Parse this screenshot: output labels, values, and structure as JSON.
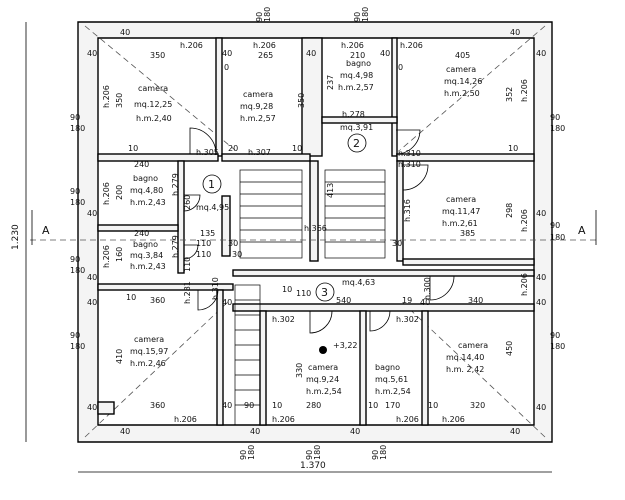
{
  "sheet": {
    "overall_width": "1.370",
    "overall_height": "1.230",
    "section_marker": "A"
  },
  "rooms": [
    {
      "id": "camera_nw",
      "name": "camera",
      "area": "mq.12,25",
      "h": "h.m.2,40"
    },
    {
      "id": "camera_nc",
      "name": "camera",
      "area": "mq.9,28",
      "h": "h.m.2,57"
    },
    {
      "id": "bagno_nc",
      "name": "bagno",
      "area": "mq.4,98",
      "h": "h.m.2,57"
    },
    {
      "id": "camera_ne",
      "name": "camera",
      "area": "mq.14,26",
      "h": "h.m.2,50"
    },
    {
      "id": "bagno_w1",
      "name": "bagno",
      "area": "mq.4,80",
      "h": "h.m.2,43"
    },
    {
      "id": "bagno_w2",
      "name": "bagno",
      "area": "mq.3,84",
      "h": "h.m.2,43"
    },
    {
      "id": "camera_e",
      "name": "camera",
      "area": "mq.11,47",
      "h": "h.m.2,61"
    },
    {
      "id": "camera_sw",
      "name": "camera",
      "area": "mq.15,97",
      "h": "h.m.2,46"
    },
    {
      "id": "camera_sc",
      "name": "camera",
      "area": "mq.9,24",
      "h": "h.m.2,54"
    },
    {
      "id": "bagno_sc",
      "name": "bagno",
      "area": "mq.5,61",
      "h": "h.m.2,54"
    },
    {
      "id": "camera_se",
      "name": "camera",
      "area": "mq.14,40",
      "h": "h.m. 2,42"
    }
  ],
  "corridors": [
    {
      "id": "c1",
      "num": "1",
      "area": "mq.4,95"
    },
    {
      "id": "c2",
      "num": "2",
      "area": "mq.3,91"
    },
    {
      "id": "c3",
      "num": "3",
      "area": "mq.4,63"
    }
  ],
  "level_mark": "+3,22",
  "dims": {
    "d40": "40",
    "d90": "90",
    "d180": "180",
    "d350": "350",
    "d265": "265",
    "d210": "210",
    "d405": "405",
    "d237": "237",
    "d352": "352",
    "d240": "240",
    "d200": "200",
    "d260": "260",
    "d160": "160",
    "d135": "135",
    "d110": "110",
    "d30": "30",
    "d413": "413",
    "d298": "298",
    "d385": "385",
    "d360": "360",
    "d540": "540",
    "d340": "340",
    "d410": "410",
    "d330": "330",
    "d280": "280",
    "d170": "170",
    "d320": "320",
    "d450": "450",
    "d10": "10",
    "d0": "0",
    "d19": "19",
    "d20": "20",
    "h206": "h.206",
    "h305": "h.305",
    "h307": "h.307",
    "h278": "h.278",
    "h310": "h.310",
    "h279": "h.279",
    "h316": "h.316",
    "h366": "h.366",
    "h300": "h.300",
    "h302": "h.302",
    "h281": "h.281"
  }
}
